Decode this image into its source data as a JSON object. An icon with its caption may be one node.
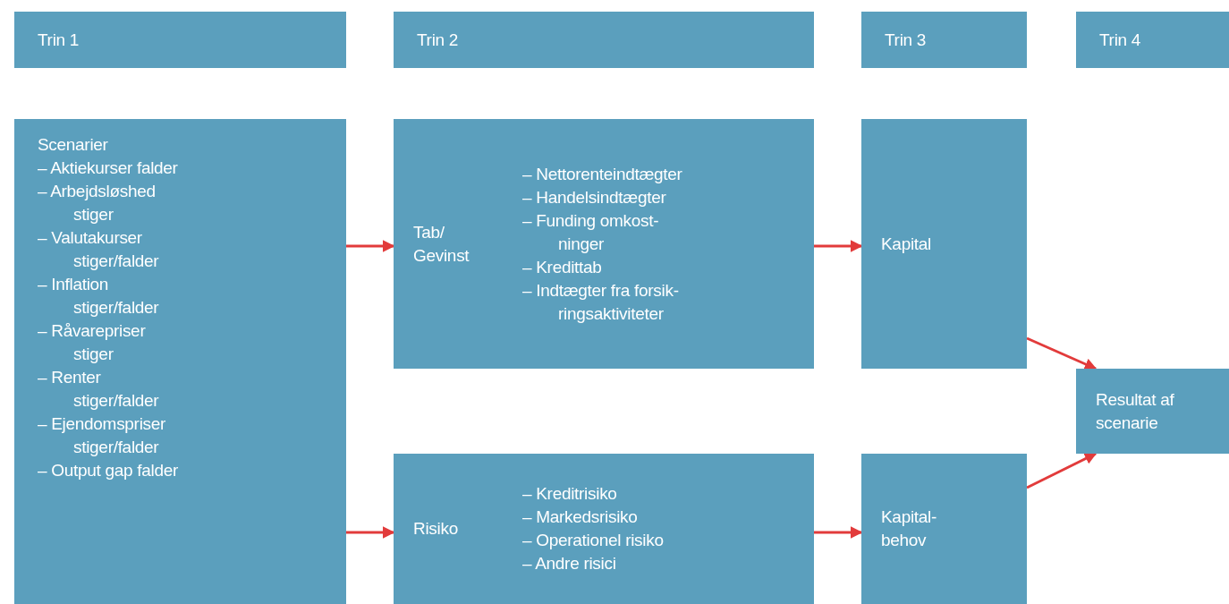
{
  "diagram": {
    "nodes": [
      {
        "text": [
          "Trin 1"
        ]
      },
      {
        "text": [
          "Trin 2"
        ]
      },
      {
        "text": [
          "Trin 3"
        ]
      },
      {
        "text": [
          "Trin 4"
        ]
      },
      {
        "text": [
          "Scenarier",
          "– Aktiekurser falder",
          "– Arbejdsløshed stiger",
          "– Valutakurser stiger/falder",
          "– Inflation stiger/falder",
          "– Råvarepriser stiger",
          "– Renter stiger/falder",
          "– Ejendomspriser stiger/falder",
          "– Output gap falder"
        ]
      },
      {
        "text": [
          "Tab/ Gevinst",
          "– Nettorenteindtægter",
          "– Handelsindtægter",
          "– Funding omkost- ninger",
          "– Kredittab",
          "– Indtægter fra forsik- ringsaktiviteter"
        ]
      },
      {
        "text": [
          "Kapital"
        ]
      },
      {
        "text": [
          "Risiko",
          "– Kreditrisiko",
          "– Markedsrisiko",
          "– Operationel risiko",
          "– Andre risici"
        ]
      },
      {
        "text": [
          "Kapital- behov"
        ]
      },
      {
        "text": [
          "Resultat af scenarie"
        ]
      }
    ],
    "edges": [
      {
        "from": 4,
        "to": 5,
        "arrow": "to"
      },
      {
        "from": 4,
        "to": 7,
        "arrow": "to"
      },
      {
        "from": 5,
        "to": 6,
        "arrow": "to"
      },
      {
        "from": 7,
        "to": 8,
        "arrow": "to"
      },
      {
        "from": 6,
        "to": 9,
        "arrow": "to"
      },
      {
        "from": 8,
        "to": 9,
        "arrow": "to"
      }
    ]
  }
}
